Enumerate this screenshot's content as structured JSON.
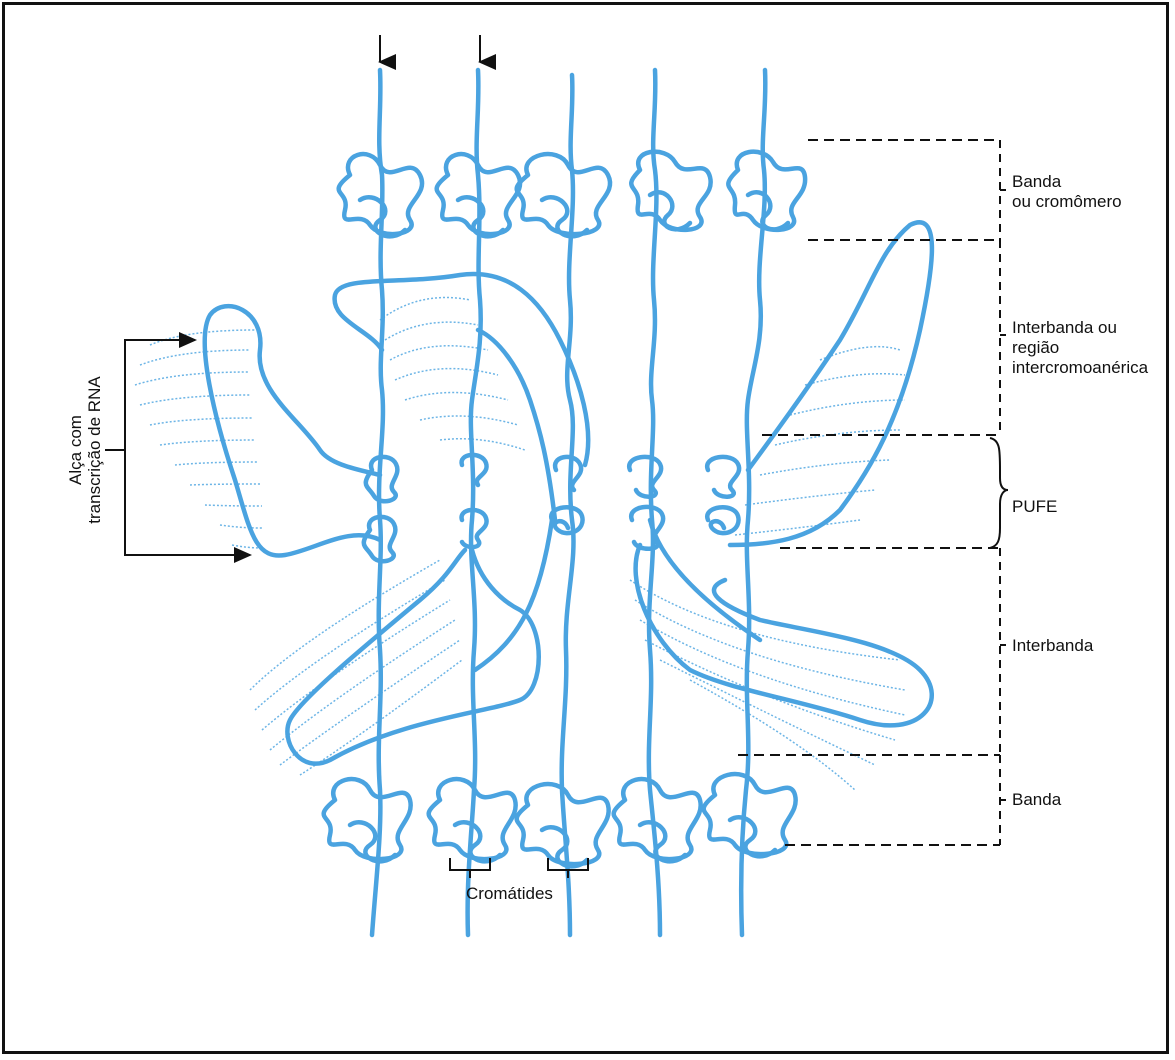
{
  "labels": {
    "banda_top_line1": "Banda",
    "banda_top_line2": "ou cromômero",
    "interbanda_top_line1": "Interbanda ou",
    "interbanda_top_line2": "região",
    "interbanda_top_line3": "intercromoanérica",
    "pufe": "PUFE",
    "interbanda": "Interbanda",
    "banda_bottom": "Banda",
    "loop_line1": "Alça com",
    "loop_line2": "transcrição de RNA",
    "cromatides": "Cromátides"
  },
  "colors": {
    "chromatin": "#4aa3e0",
    "transcript": "#6db5e6",
    "ink": "#111111"
  }
}
